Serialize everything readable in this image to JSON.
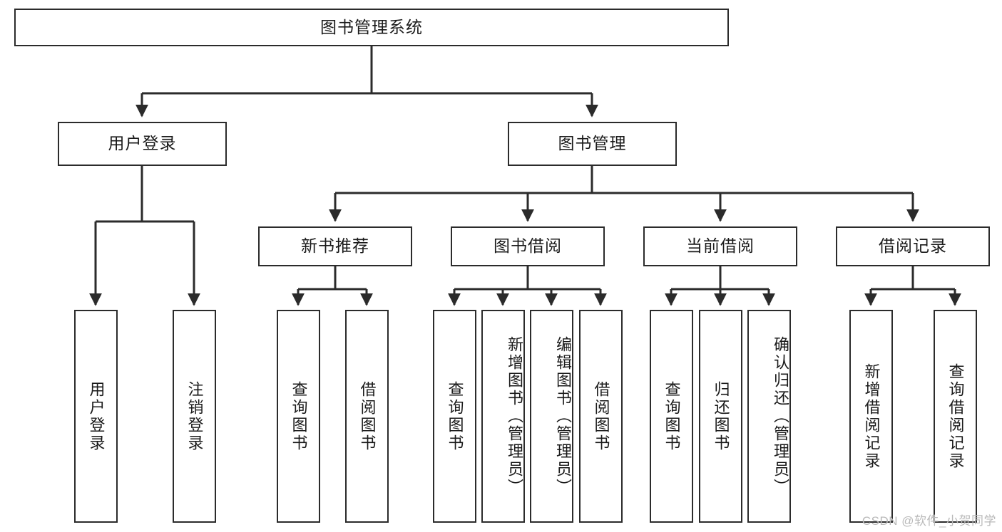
{
  "diagram": {
    "title": "图书管理系统",
    "type": "hierarchy-tree",
    "root": {
      "label": "图书管理系统"
    },
    "level2": [
      {
        "label": "用户登录"
      },
      {
        "label": "图书管理"
      }
    ],
    "level3": [
      {
        "label": "新书推荐"
      },
      {
        "label": "图书借阅"
      },
      {
        "label": "当前借阅"
      },
      {
        "label": "借阅记录"
      }
    ],
    "leaves": [
      {
        "label": "用户登录"
      },
      {
        "label": "注销登录"
      },
      {
        "label": "查询图书"
      },
      {
        "label": "借阅图书"
      },
      {
        "label": "查询图书"
      },
      {
        "label": "新增图书（管理员）"
      },
      {
        "label": "编辑图书（管理员）"
      },
      {
        "label": "借阅图书"
      },
      {
        "label": "查询图书"
      },
      {
        "label": "归还图书"
      },
      {
        "label": "确认归还（管理员）"
      },
      {
        "label": "新增借阅记录"
      },
      {
        "label": "查询借阅记录"
      }
    ]
  },
  "watermark": {
    "text": "CSDN @软件_小贺同学"
  },
  "colors": {
    "stroke": "#2b2b2b",
    "background": "#ffffff",
    "text": "#1a1a1a",
    "watermark": "#b9b9b9"
  }
}
